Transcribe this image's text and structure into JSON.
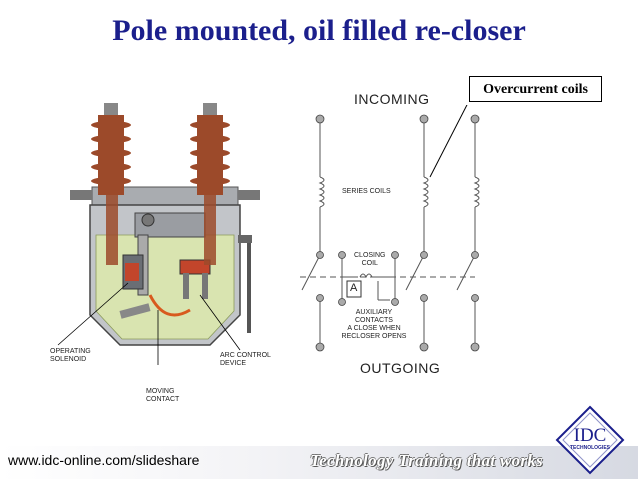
{
  "title": "Pole mounted, oil filled re-closer",
  "callout": "Overcurrent coils",
  "recloser_labels": {
    "operating_solenoid": [
      "OPERATING",
      "SOLENOID"
    ],
    "arc_control_device": [
      "ARC CONTROL",
      "DEVICE"
    ],
    "moving_contact": [
      "MOVING",
      "CONTACT"
    ]
  },
  "schematic": {
    "incoming": "INCOMING",
    "outgoing": "OUTGOING",
    "series_coils": "SERIES COILS",
    "closing_coil": [
      "CLOSING",
      "COIL"
    ],
    "coil_symbol": "A",
    "auxiliary_contacts": [
      "AUXILIARY CONTACTS",
      "A CLOSE WHEN",
      "RECLOSER OPENS"
    ]
  },
  "footer": {
    "url": "www.idc-online.com/slideshare",
    "tagline": "Technology Training that works",
    "logo_text": "IDC",
    "logo_subtext": "TECHNOLOGIES"
  },
  "colors": {
    "title": "#1b1f8c",
    "oil": "#d9e4b0",
    "bushing": "#9c4a2a",
    "tank": "#b9bcc0"
  }
}
